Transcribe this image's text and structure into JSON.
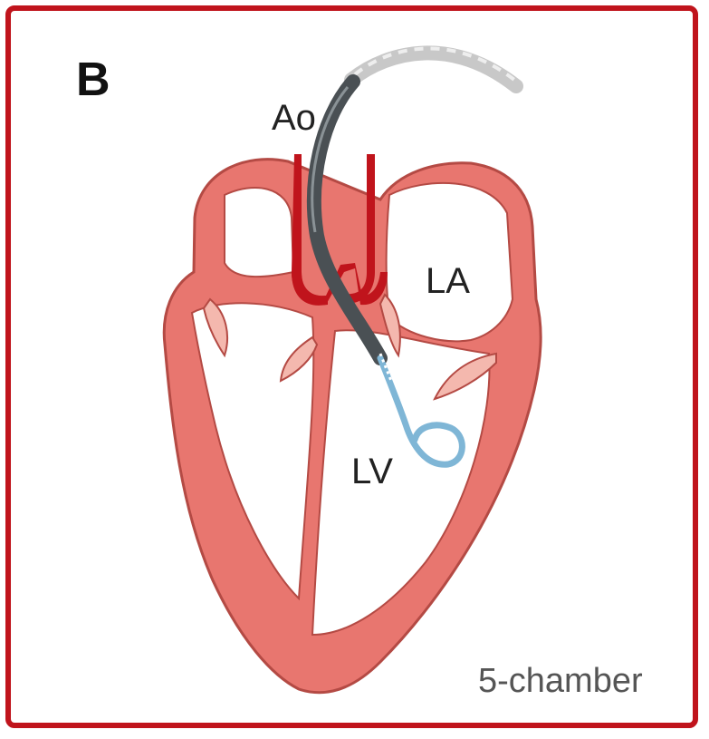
{
  "panel_letter": "B",
  "labels": {
    "aorta": "Ao",
    "left_atrium": "LA",
    "left_ventricle": "LV"
  },
  "view_label": "5-chamber",
  "colors": {
    "frame": "#c0141c",
    "myocardium": "#e8766f",
    "myocardium_outline": "#b44a44",
    "aorta_wall": "#c0141c",
    "valve_leaflet": "#f4b8ae",
    "catheter_shaft": "#4a5054",
    "catheter_sheath": "#c8c8c8",
    "guidewire": "#7fb6d6"
  }
}
